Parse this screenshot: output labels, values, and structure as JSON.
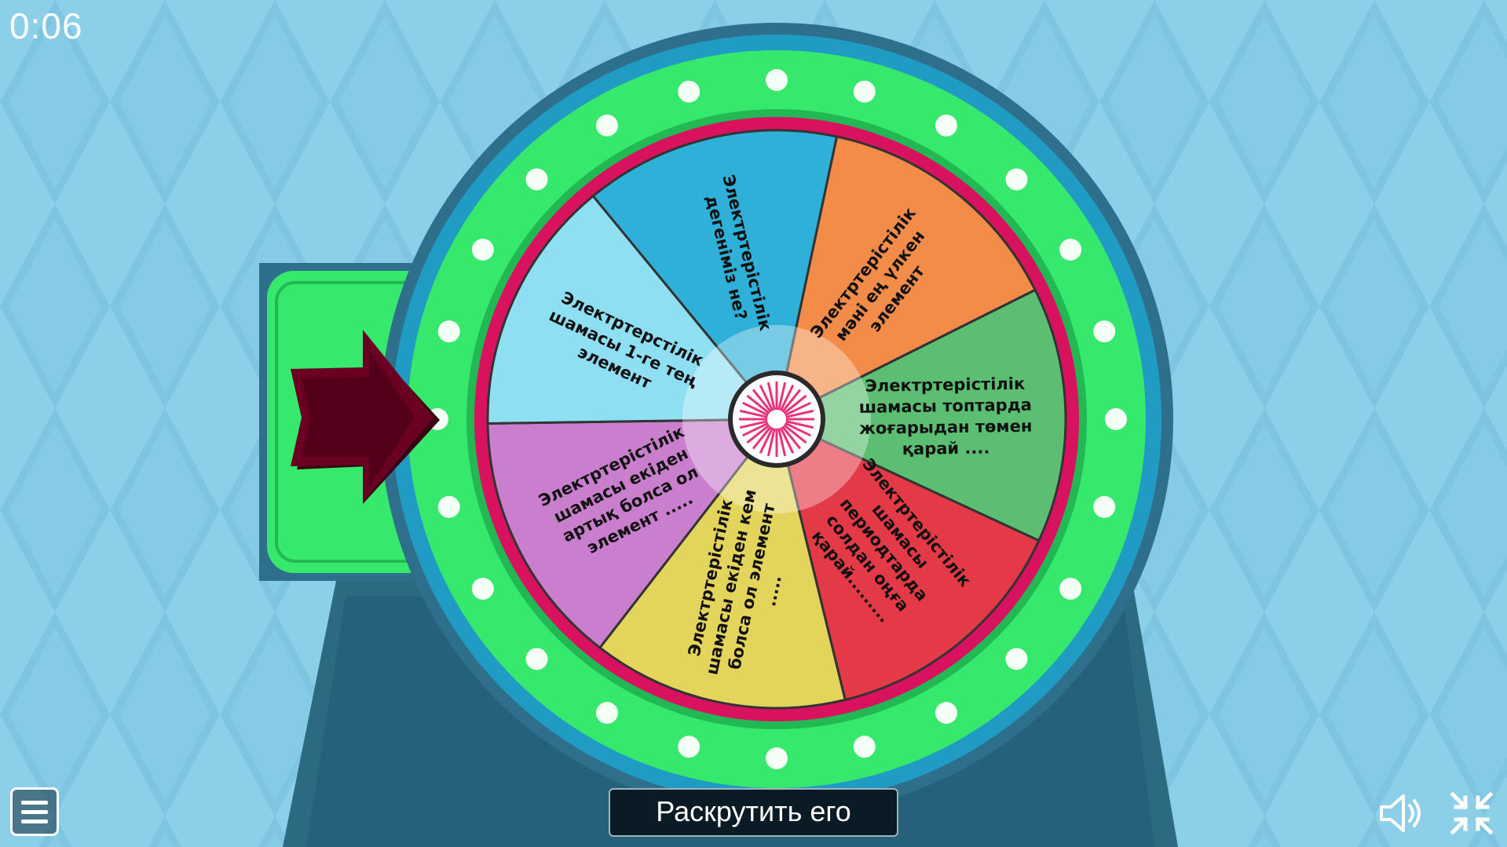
{
  "timer": "0:06",
  "spin_button_label": "Раскрутить его",
  "icons": {
    "menu": "menu-icon",
    "sound": "speaker-icon",
    "fullscreen": "exit-fullscreen-icon"
  },
  "colors": {
    "background": "#8ccfe8",
    "wheel_rim": "#34e56a",
    "wheel_inner_ring": "#d8125f",
    "pointer": "#55001a"
  },
  "wheel": {
    "segments": [
      {
        "text": "Электртерістілік мәні ең үлкен элемент",
        "color": "#f28c48"
      },
      {
        "text": "Электртерістілік шамасы топтарда жоғарыдан төмен қарай ....",
        "color": "#5bbe72"
      },
      {
        "text": "Электртерістілік шамасы периодтарда солдан оңға қарай.........",
        "color": "#e43a48"
      },
      {
        "text": "Электртерістілік шамасы екіден кем болса ол элемент .....",
        "color": "#e3d45c"
      },
      {
        "text": "Электртерістілік шамасы екіден артық болса ол элемент .....",
        "color": "#c97fce"
      },
      {
        "text": "Электртерстілік шамасы 1-ге тең элемент",
        "color": "#8fdff2"
      },
      {
        "text": "Электртерістілік дегеніміз не?",
        "color": "#2fb0d8"
      }
    ]
  }
}
